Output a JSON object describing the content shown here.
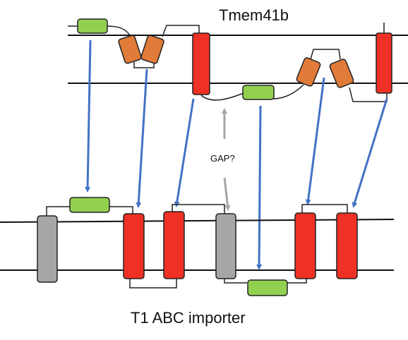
{
  "labels": {
    "top_title": "Tmem41b",
    "bottom_title": "T1 ABC importer",
    "gap": "GAP?"
  },
  "colors": {
    "membrane": "#111111",
    "loop": "#222222",
    "green_domain": "#92d050",
    "orange_helix": "#e07b39",
    "red_helix": "#ee3124",
    "gray_helix": "#a6a6a6",
    "blue_arrow": "#4472c4",
    "gray_arrow": "#a6a6a6"
  }
}
